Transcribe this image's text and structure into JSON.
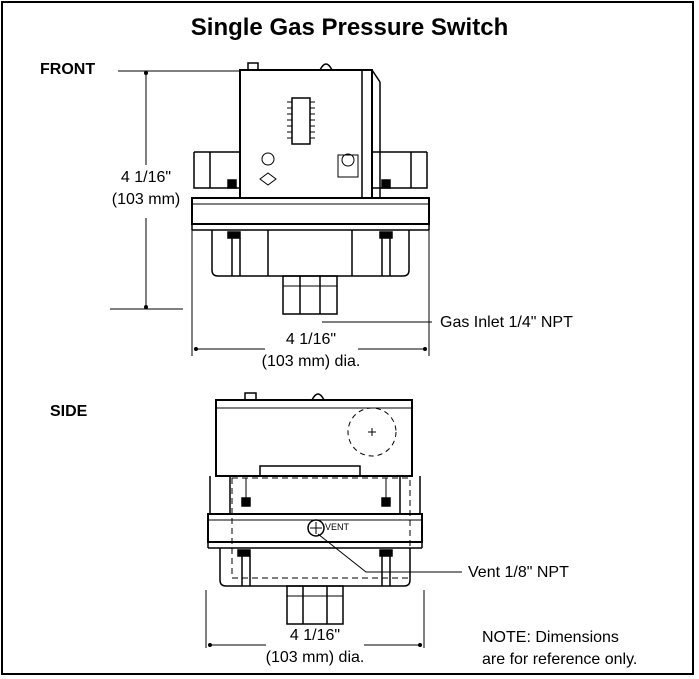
{
  "title": "Single Gas Pressure Switch",
  "views": {
    "front": {
      "label": "FRONT",
      "height_dim": "4 1/16\"",
      "height_dim_metric": "(103 mm)",
      "width_dim": "4 1/16\"",
      "width_dim_metric": "(103 mm) dia.",
      "inlet_callout": "Gas Inlet 1/4\" NPT"
    },
    "side": {
      "label": "SIDE",
      "vent_marking": "VENT",
      "vent_callout": "Vent 1/8\" NPT",
      "width_dim": "4 1/16\"",
      "width_dim_metric": "(103 mm) dia."
    }
  },
  "note": {
    "line1": "NOTE: Dimensions",
    "line2": "are for reference only."
  }
}
